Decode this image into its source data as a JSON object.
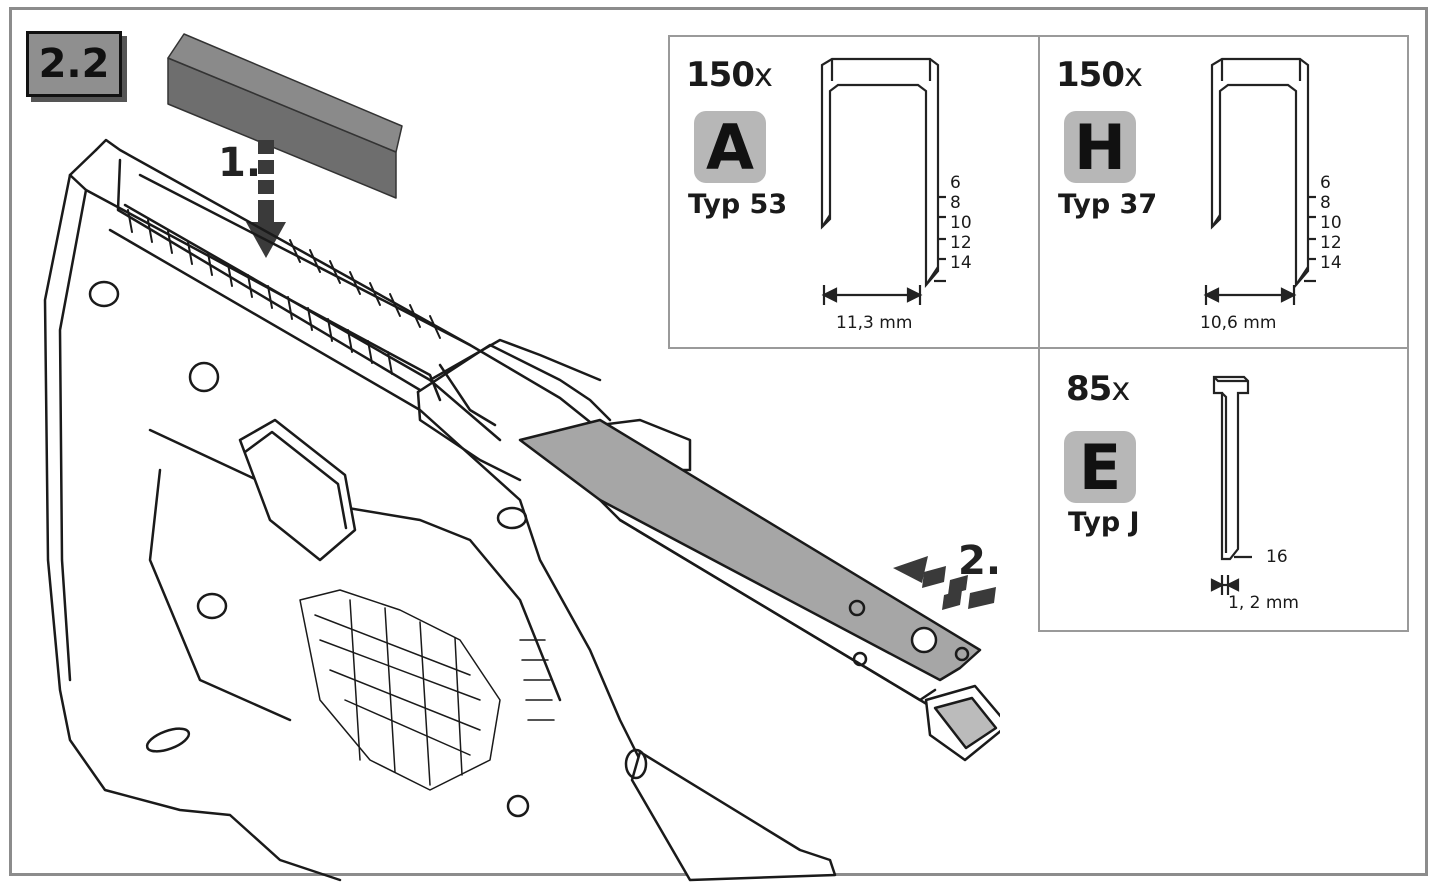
{
  "step_number": "2.2",
  "steps": {
    "first": "1.",
    "second": "2."
  },
  "staples": [
    {
      "quantity": "150",
      "mult": "x",
      "letter": "A",
      "type": "Typ 53",
      "lengths": [
        "6",
        "8",
        "10",
        "12",
        "14"
      ],
      "width": "11,3 mm"
    },
    {
      "quantity": "150",
      "mult": "x",
      "letter": "H",
      "type": "Typ 37",
      "lengths": [
        "6",
        "8",
        "10",
        "12",
        "14"
      ],
      "width": "10,6 mm"
    },
    {
      "quantity": "85",
      "mult": "x",
      "letter": "E",
      "type": "Typ J",
      "lengths": [
        "16"
      ],
      "width": "1, 2 mm"
    }
  ]
}
